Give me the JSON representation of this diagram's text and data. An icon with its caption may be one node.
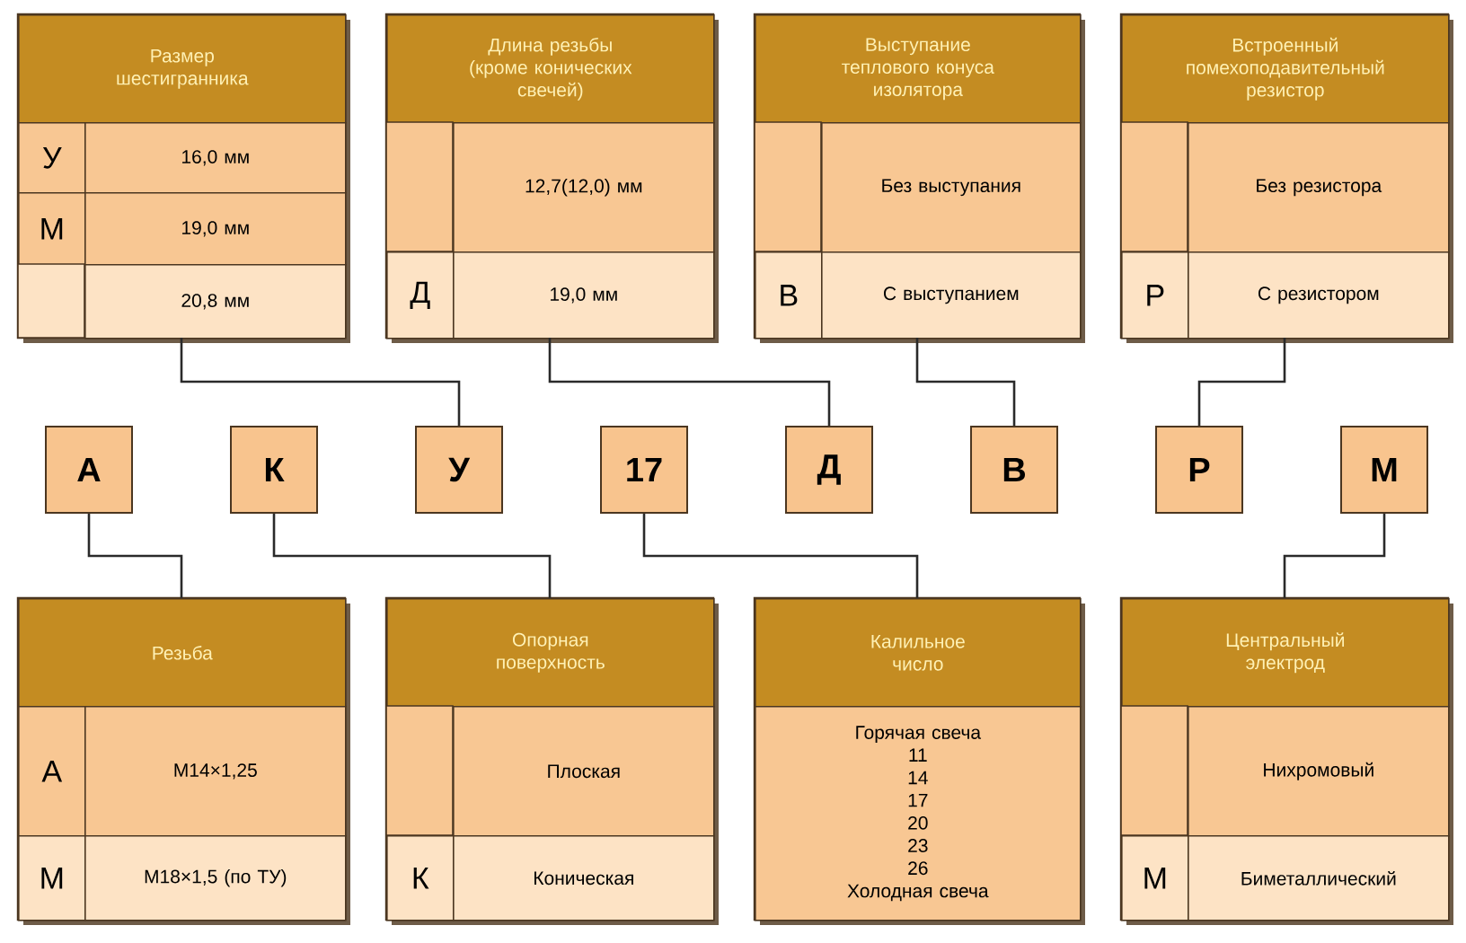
{
  "diagram": {
    "nodes": [
      {
        "text": [
          "Размер шестигранника"
        ]
      },
      {
        "text": [
          "У"
        ],
        "in": 0
      },
      {
        "text": [
          "16,0 мм"
        ],
        "in": 0
      },
      {
        "text": [
          "М"
        ],
        "in": 0
      },
      {
        "text": [
          "19,0 мм"
        ],
        "in": 0
      },
      {
        "text": [],
        "shape": "box",
        "in": 0
      },
      {
        "text": [
          "20,8 мм"
        ],
        "in": 0
      },
      {
        "text": [
          "Длина резьбы (кроме конических свечей)"
        ]
      },
      {
        "text": [],
        "shape": "box",
        "in": 7
      },
      {
        "text": [
          "12,7(12,0) мм"
        ],
        "in": 7
      },
      {
        "text": [
          "Д"
        ],
        "in": 7
      },
      {
        "text": [
          "19,0 мм"
        ],
        "in": 7
      },
      {
        "text": [
          "Выступание теплового конуса изолятора"
        ]
      },
      {
        "text": [],
        "shape": "box",
        "in": 12
      },
      {
        "text": [
          "Без выступания"
        ],
        "in": 12
      },
      {
        "text": [
          "В"
        ],
        "in": 12
      },
      {
        "text": [
          "С выступанием"
        ],
        "in": 12
      },
      {
        "text": [
          "Встроенный помехоподавительный резистор"
        ]
      },
      {
        "text": [],
        "shape": "box",
        "in": 17
      },
      {
        "text": [
          "Без резистора"
        ],
        "in": 17
      },
      {
        "text": [
          "Р"
        ],
        "in": 17
      },
      {
        "text": [
          "С резистором"
        ],
        "in": 17
      },
      {
        "text": [
          "А"
        ]
      },
      {
        "text": [
          "К"
        ]
      },
      {
        "text": [
          "У"
        ]
      },
      {
        "text": [
          "17"
        ]
      },
      {
        "text": [
          "Д"
        ]
      },
      {
        "text": [
          "В"
        ]
      },
      {
        "text": [
          "Р"
        ]
      },
      {
        "text": [
          "М"
        ]
      },
      {
        "text": [
          "Резьба"
        ]
      },
      {
        "text": [
          "А"
        ],
        "in": 30
      },
      {
        "text": [
          "М14×1,25"
        ],
        "in": 30
      },
      {
        "text": [
          "М"
        ],
        "in": 30
      },
      {
        "text": [
          "М18×1,5 (по ТУ)"
        ],
        "in": 30
      },
      {
        "text": [
          "Опорная поверхность"
        ]
      },
      {
        "text": [],
        "shape": "box",
        "in": 35
      },
      {
        "text": [
          "Плоская"
        ],
        "in": 35
      },
      {
        "text": [
          "К"
        ],
        "in": 35
      },
      {
        "text": [
          "Коническая"
        ],
        "in": 35
      },
      {
        "text": [
          "Калильное число"
        ]
      },
      {
        "text": [
          "Горячая свеча",
          "11",
          "14",
          "17",
          "20",
          "23",
          "26",
          "Холодная свеча"
        ],
        "in": 40
      },
      {
        "text": [
          "Центральный электрод"
        ]
      },
      {
        "text": [],
        "shape": "box",
        "in": 42
      },
      {
        "text": [
          "Нихромовый"
        ],
        "in": 42
      },
      {
        "text": [
          "М"
        ],
        "in": 42
      },
      {
        "text": [
          "Биметаллический"
        ],
        "in": 42
      }
    ],
    "edges": [
      {
        "from": 0,
        "to": 24,
        "arrow": "none"
      },
      {
        "from": 7,
        "to": 26,
        "arrow": "none"
      },
      {
        "from": 12,
        "to": 27,
        "arrow": "none"
      },
      {
        "from": 17,
        "to": 28,
        "arrow": "none"
      },
      {
        "from": 22,
        "to": 30,
        "arrow": "none"
      },
      {
        "from": 23,
        "to": 35,
        "arrow": "none"
      },
      {
        "from": 25,
        "to": 40,
        "arrow": "none"
      },
      {
        "from": 29,
        "to": 42,
        "arrow": "none"
      }
    ]
  }
}
